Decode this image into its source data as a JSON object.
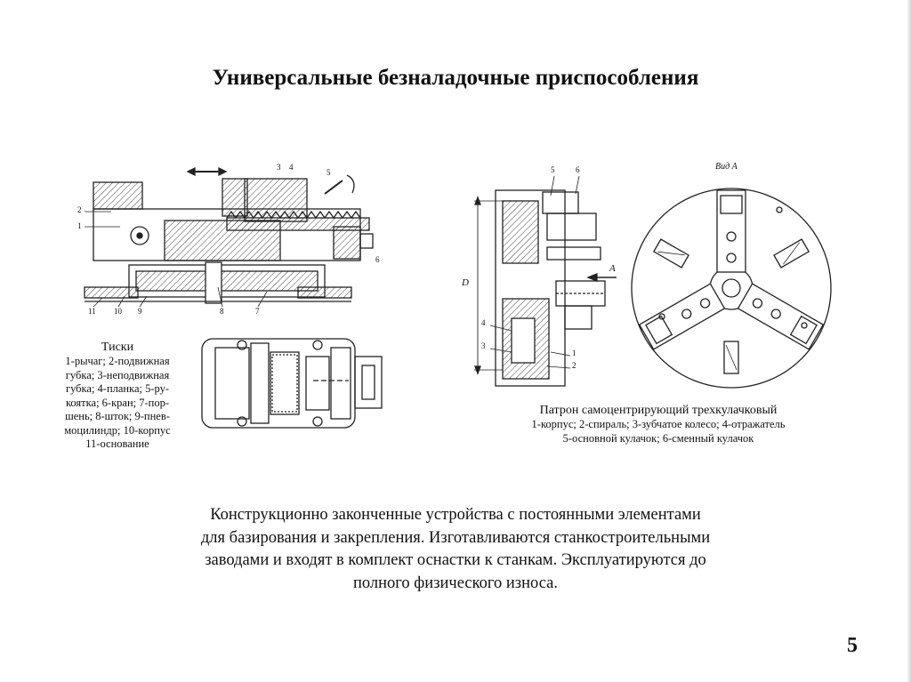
{
  "slide": {
    "title": "Универсальные безналадочные приспособления",
    "page_number": "5"
  },
  "vise": {
    "caption_title": "Тиски",
    "caption_lines": [
      "1-рычаг; 2-подвижная",
      "губка; 3-неподвижная",
      "губка; 4-планка; 5-ру-",
      "коятка; 6-кран; 7-пор-",
      "шень; 8-шток; 9-пнев-",
      "моцилиндр; 10-корпус",
      "11-основание"
    ],
    "callouts": [
      "1",
      "2",
      "3",
      "4",
      "5",
      "6",
      "7",
      "8",
      "9",
      "10",
      "11"
    ]
  },
  "chuck": {
    "caption_title": "Патрон самоцентрирующий трехкулачковый",
    "caption_lines": [
      "1-корпус; 2-спираль; 3-зубчатое колесо; 4-отражатель",
      "5-основной кулачок; 6-сменный кулачок"
    ],
    "view_label": "Вид А",
    "arrow_label": "А",
    "dim_label": "D",
    "callouts": [
      "1",
      "2",
      "3",
      "4",
      "5",
      "6"
    ]
  },
  "body": {
    "lines": [
      "Конструкционно законченные устройства с постоянными элементами",
      "для базирования и закрепления. Изготавливаются станкостроительными",
      "заводами и входят в комплект оснастки к станкам. Эксплуатируются до",
      "полного физического износа."
    ]
  }
}
